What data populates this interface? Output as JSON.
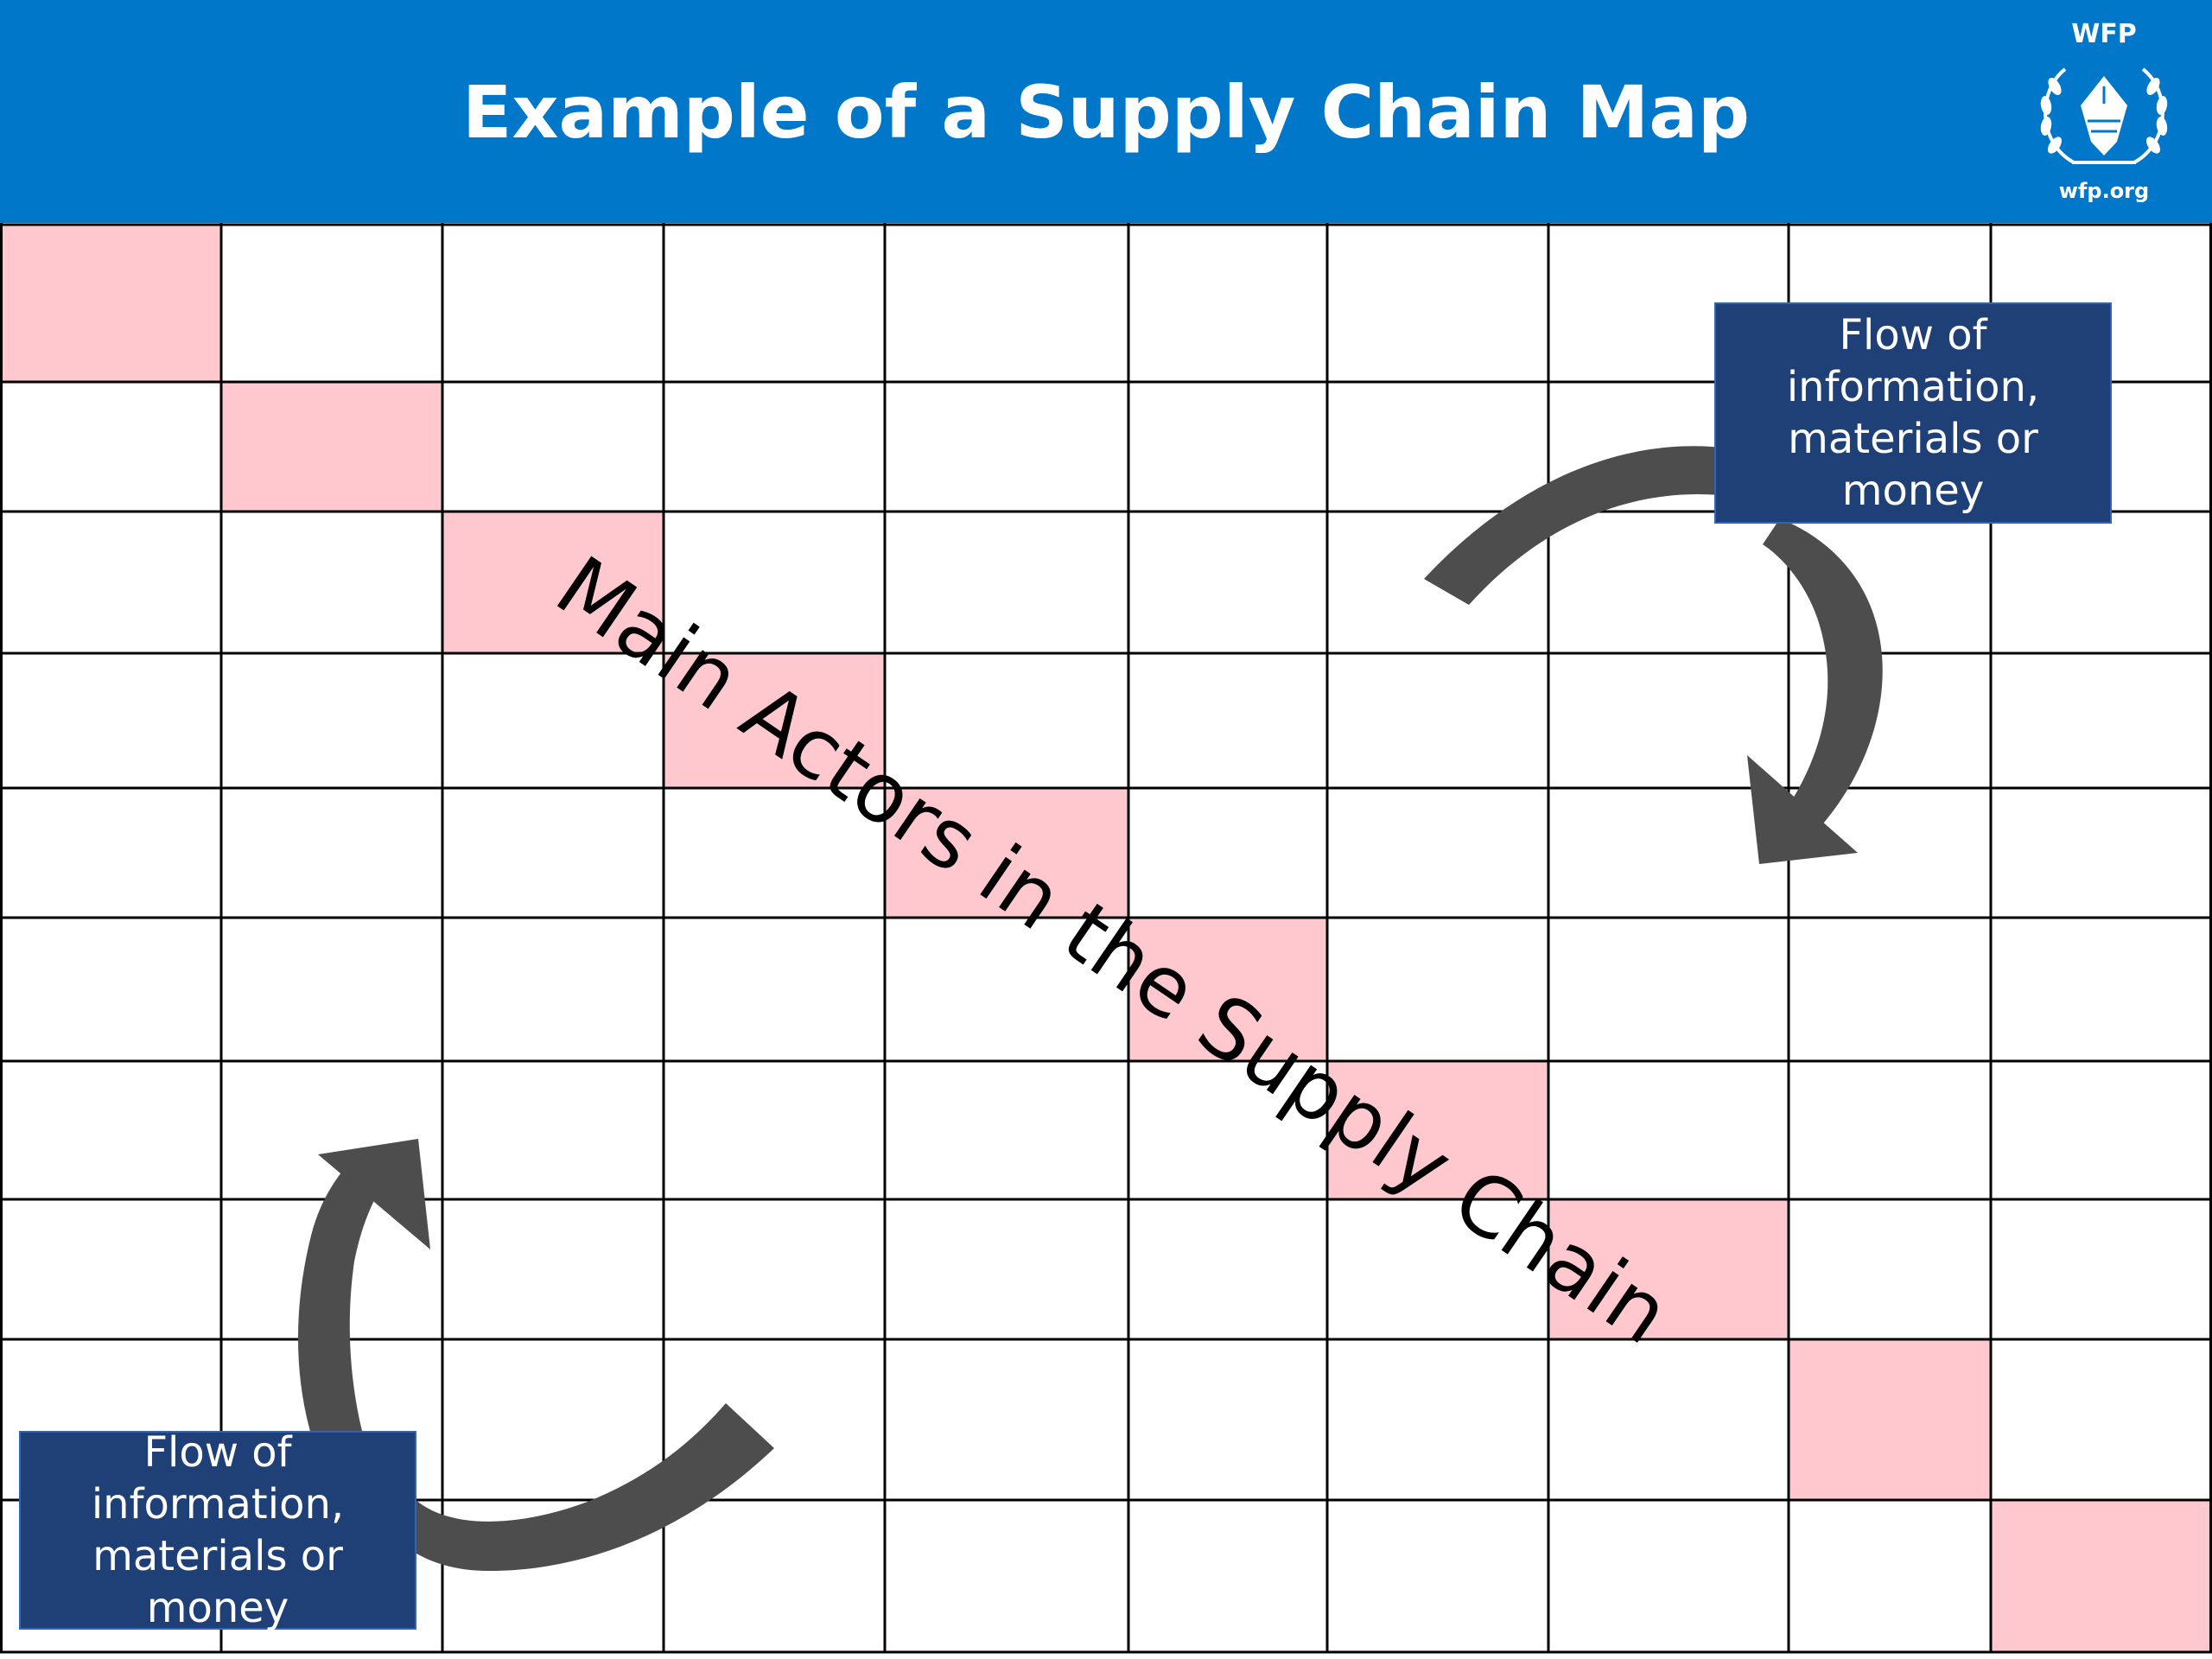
{
  "header": {
    "title": "Example of a Supply Chain Map",
    "background_color": "#0077c8"
  },
  "logo": {
    "top_text": "WFP",
    "bottom_text": "wfp.org",
    "icon": "wfp-laurel-emblem-icon"
  },
  "diagram": {
    "grid": {
      "columns": 10,
      "rows": 10,
      "highlight_color": "#ffc8cf",
      "line_color": "#000000"
    },
    "diagonal_label": "Main Actors in the Supply Chain",
    "flow_boxes": [
      {
        "text": "Flow of information, materials or money",
        "lines": [
          "Flow of",
          "information,",
          "materials or",
          "money"
        ]
      },
      {
        "text": "Flow of information, materials or money",
        "lines": [
          "Flow of",
          "information,",
          "materials or",
          "money"
        ]
      }
    ],
    "arrow_color": "#4d4d4d",
    "box_color": "#1f3f77"
  }
}
